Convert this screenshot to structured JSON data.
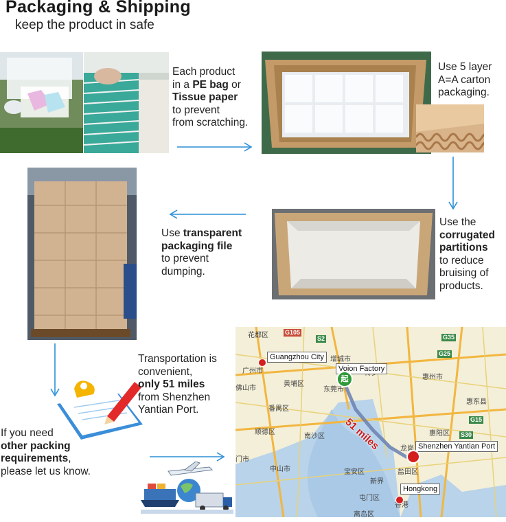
{
  "header": {
    "title": "Packaging & Shipping",
    "subtitle": "keep the product in safe"
  },
  "step1": {
    "line1": "Each product",
    "line2_pre": "in a ",
    "line2_bold": "PE bag",
    "line2_post": " or",
    "line3_bold": "Tissue paper",
    "line4": "to prevent",
    "line5": "from scratching."
  },
  "step2": {
    "line1": "Use 5 layer",
    "line2": "A=A carton",
    "line3": "packaging."
  },
  "step3": {
    "line1": "Use the",
    "line2_bold": "corrugated",
    "line3_bold": "partitions",
    "line4": "to reduce",
    "line5": "bruising of",
    "line6": "products."
  },
  "step4": {
    "line1_pre": "Use ",
    "line1_bold": "transparent",
    "line2_bold": "packaging file",
    "line3": "to prevent",
    "line4": "dumping."
  },
  "transport": {
    "line1": "Transportation is",
    "line2": "convenient,",
    "line3_bold": "only 51 miles",
    "line4": "from Shenzhen",
    "line5": "Yantian Port."
  },
  "contact": {
    "line1": "If you need",
    "line2_bold": "other packing",
    "line3_bold": "requirements",
    "line3_post": ",",
    "line4": "please let us know."
  },
  "map": {
    "labels": {
      "guangzhou": "Guangzhou City",
      "factory": "Voion Factory",
      "port": "Shenzhen Yantian Port",
      "hongkong": "Hongkong",
      "distance": "51 miles"
    },
    "places": [
      "花都区",
      "广州市",
      "黄埔区",
      "佛山市",
      "番禺区",
      "顺德区",
      "南沙区",
      "东莞市",
      "惠州市",
      "惠东县",
      "博罗",
      "惠阳区",
      "中山市",
      "门市",
      "宝安区",
      "新界",
      "龙岗",
      "盐田区",
      "屯门区",
      "香港",
      "离岛区",
      "增城市"
    ],
    "roads": [
      "G105",
      "S2",
      "G35",
      "G25",
      "G15",
      "S30"
    ],
    "pins": [
      "起"
    ],
    "colors": {
      "route": "#6a7fb0",
      "pin": "#d41f1f",
      "start_pin": "#2f9a3a",
      "distance_text": "#cc1a1a"
    }
  },
  "colors": {
    "arrow": "#2a8fd6",
    "text": "#222222"
  }
}
